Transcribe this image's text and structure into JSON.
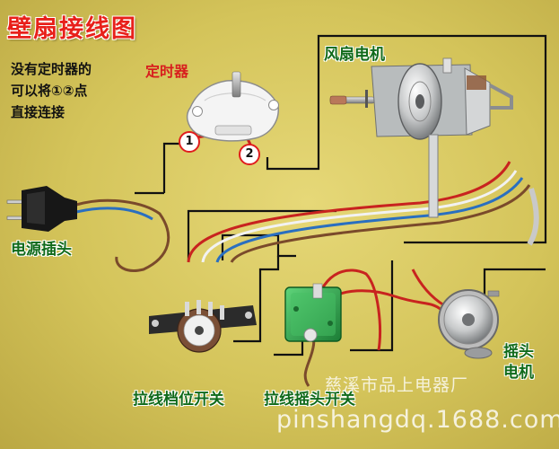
{
  "title": "壁扇接线图",
  "note_lines": [
    "没有定时器的",
    "可以将①②点",
    "直接连接"
  ],
  "labels": {
    "timer": "定时器",
    "fan_motor": "风扇电机",
    "power_plug": "电源插头",
    "oscillation_motor_line1": "摇头",
    "oscillation_motor_line2": "电机",
    "pull_speed_switch": "拉线档位开关",
    "pull_oscillation_switch": "拉线摇头开关"
  },
  "points": {
    "p1": "1",
    "p2": "2"
  },
  "watermark": {
    "shop": "慈溪市品上电器厂",
    "url": "pinshangdq.1688.com"
  },
  "colors": {
    "title": "#e8201a",
    "timer_label": "#d81e1e",
    "component_labels": "#106a1a",
    "circuit_line": "#111111",
    "wire_red": "#c8231f",
    "wire_blue": "#2a6fc0",
    "wire_white": "#f2f2f2",
    "wire_brown": "#7a4a2b",
    "switch_green": "#2da44a"
  }
}
